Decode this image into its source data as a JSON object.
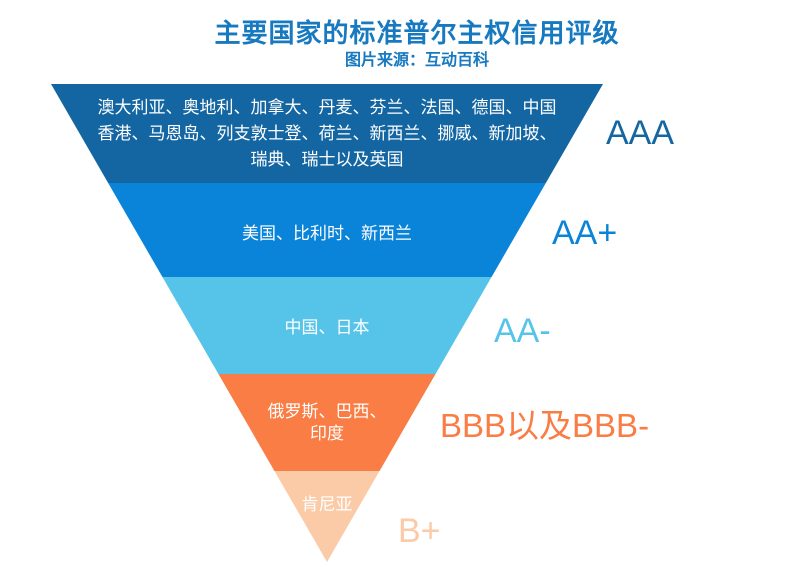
{
  "header": {
    "title": "主要国家的标准普尔主权信用评级",
    "subtitle": "图片来源：互动百科",
    "accent_color": "#1779bf"
  },
  "chart_data": {
    "type": "funnel",
    "title": "主要国家的标准普尔主权信用评级",
    "source_note": "图片来源：互动百科",
    "legend_position": "right",
    "orientation": "inverted-pyramid",
    "categories": [
      "AAA",
      "AA+",
      "AA-",
      "BBB以及BBB-",
      "B+"
    ],
    "tiers": [
      {
        "rating": "AAA",
        "countries": [
          "澳大利亚",
          "奥地利",
          "加拿大",
          "丹麦",
          "芬兰",
          "法国",
          "德国",
          "中国香港",
          "马恩岛",
          "列支敦士登",
          "荷兰",
          "新西兰",
          "挪威",
          "新加坡",
          "瑞典",
          "瑞士",
          "英国"
        ],
        "color": "#1366a2"
      },
      {
        "rating": "AA+",
        "countries": [
          "美国",
          "比利时",
          "新西兰"
        ],
        "color": "#0a84d8"
      },
      {
        "rating": "AA-",
        "countries": [
          "中国",
          "日本"
        ],
        "color": "#56c4e8"
      },
      {
        "rating": "BBB以及BBB-",
        "countries": [
          "俄罗斯",
          "巴西",
          "印度"
        ],
        "color": "#f97d44"
      },
      {
        "rating": "B+",
        "countries": [
          "肯尼亚"
        ],
        "color": "#fbcba8"
      }
    ]
  },
  "funnel": {
    "text_color": "#ffffff",
    "tiers": [
      {
        "rating": "AAA",
        "color": "#1366a2",
        "lines": [
          "澳大利亚、奥地利、加拿大、丹麦、芬兰、法国、德国、中国",
          "香港、马恩岛、列支敦士登、荷兰、新西兰、挪威、新加坡、",
          "瑞典、瑞士以及英国"
        ]
      },
      {
        "rating": "AA+",
        "color": "#0a84d8",
        "lines": [
          "美国、比利时、新西兰"
        ]
      },
      {
        "rating": "AA-",
        "color": "#56c4e8",
        "lines": [
          "中国、日本"
        ]
      },
      {
        "rating": "BBB以及BBB-",
        "color": "#f97d44",
        "lines": [
          "俄罗斯、巴西、",
          "印度"
        ]
      },
      {
        "rating": "B+",
        "color": "#fbcba8",
        "lines": [
          "肯尼亚"
        ]
      }
    ]
  }
}
